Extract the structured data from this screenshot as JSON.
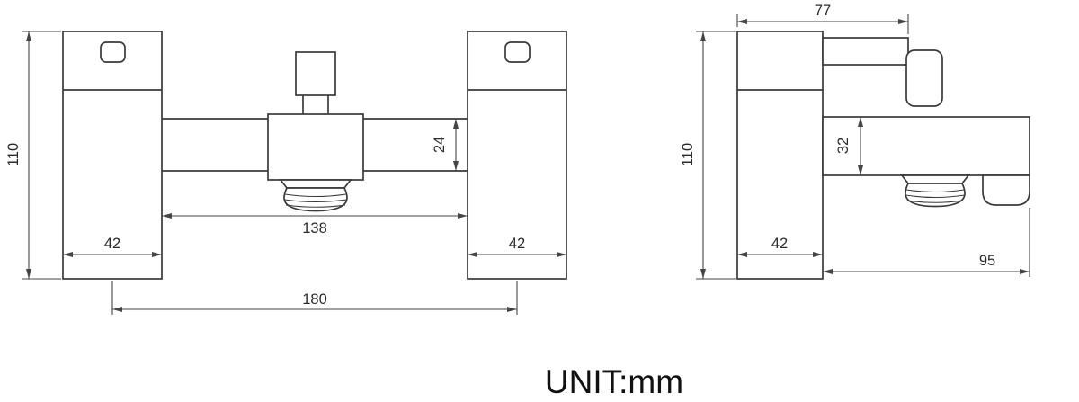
{
  "unit_label": "UNIT:mm",
  "front_view": {
    "dims": {
      "overall_height": "110",
      "left_pillar_width": "42",
      "right_pillar_width": "42",
      "pillar_gap": "138",
      "overall_width": "180",
      "body_height": "24"
    }
  },
  "side_view": {
    "dims": {
      "handle_reach": "77",
      "overall_height": "110",
      "pillar_depth": "42",
      "body_height": "32",
      "spout_reach": "95"
    }
  }
}
